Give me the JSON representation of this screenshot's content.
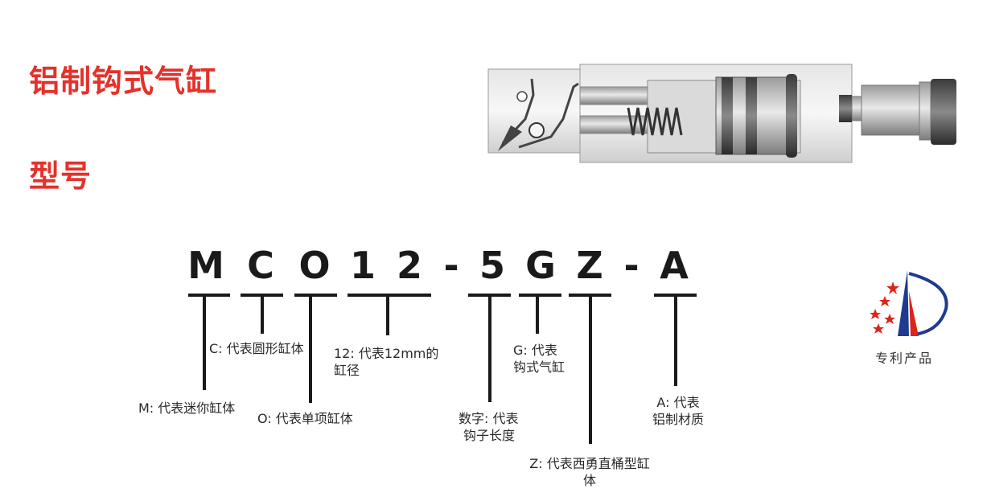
{
  "headings": {
    "title": "铝制钩式气缸",
    "model_section": "型号"
  },
  "model_code": {
    "characters": [
      "M",
      "C",
      "O",
      "1",
      "2",
      "-",
      "5",
      "G",
      "Z",
      "-",
      "A"
    ]
  },
  "legend": {
    "m_desc": "M: 代表迷你缸体",
    "c_desc": "C: 代表圆形缸体",
    "o_desc": "O: 代表单项缸体",
    "bore_desc_line1": "12: 代表12mm的",
    "bore_desc_line2": "缸径",
    "stroke_desc_line1": "数字: 代表",
    "stroke_desc_line2": "钩子长度",
    "g_desc_line1": "G: 代表",
    "g_desc_line2": "钩式气缸",
    "z_desc_line1": "Z: 代表西勇直桶型缸",
    "z_desc_line2": "体",
    "a_desc_line1": "A: 代表",
    "a_desc_line2": "铝制材质"
  },
  "badge": {
    "label": "专利产品",
    "colors": {
      "red": "#d9251c",
      "blue": "#1f3b8f"
    }
  },
  "product_image": {
    "icon": "hook-cylinder-cutaway-illustration"
  }
}
